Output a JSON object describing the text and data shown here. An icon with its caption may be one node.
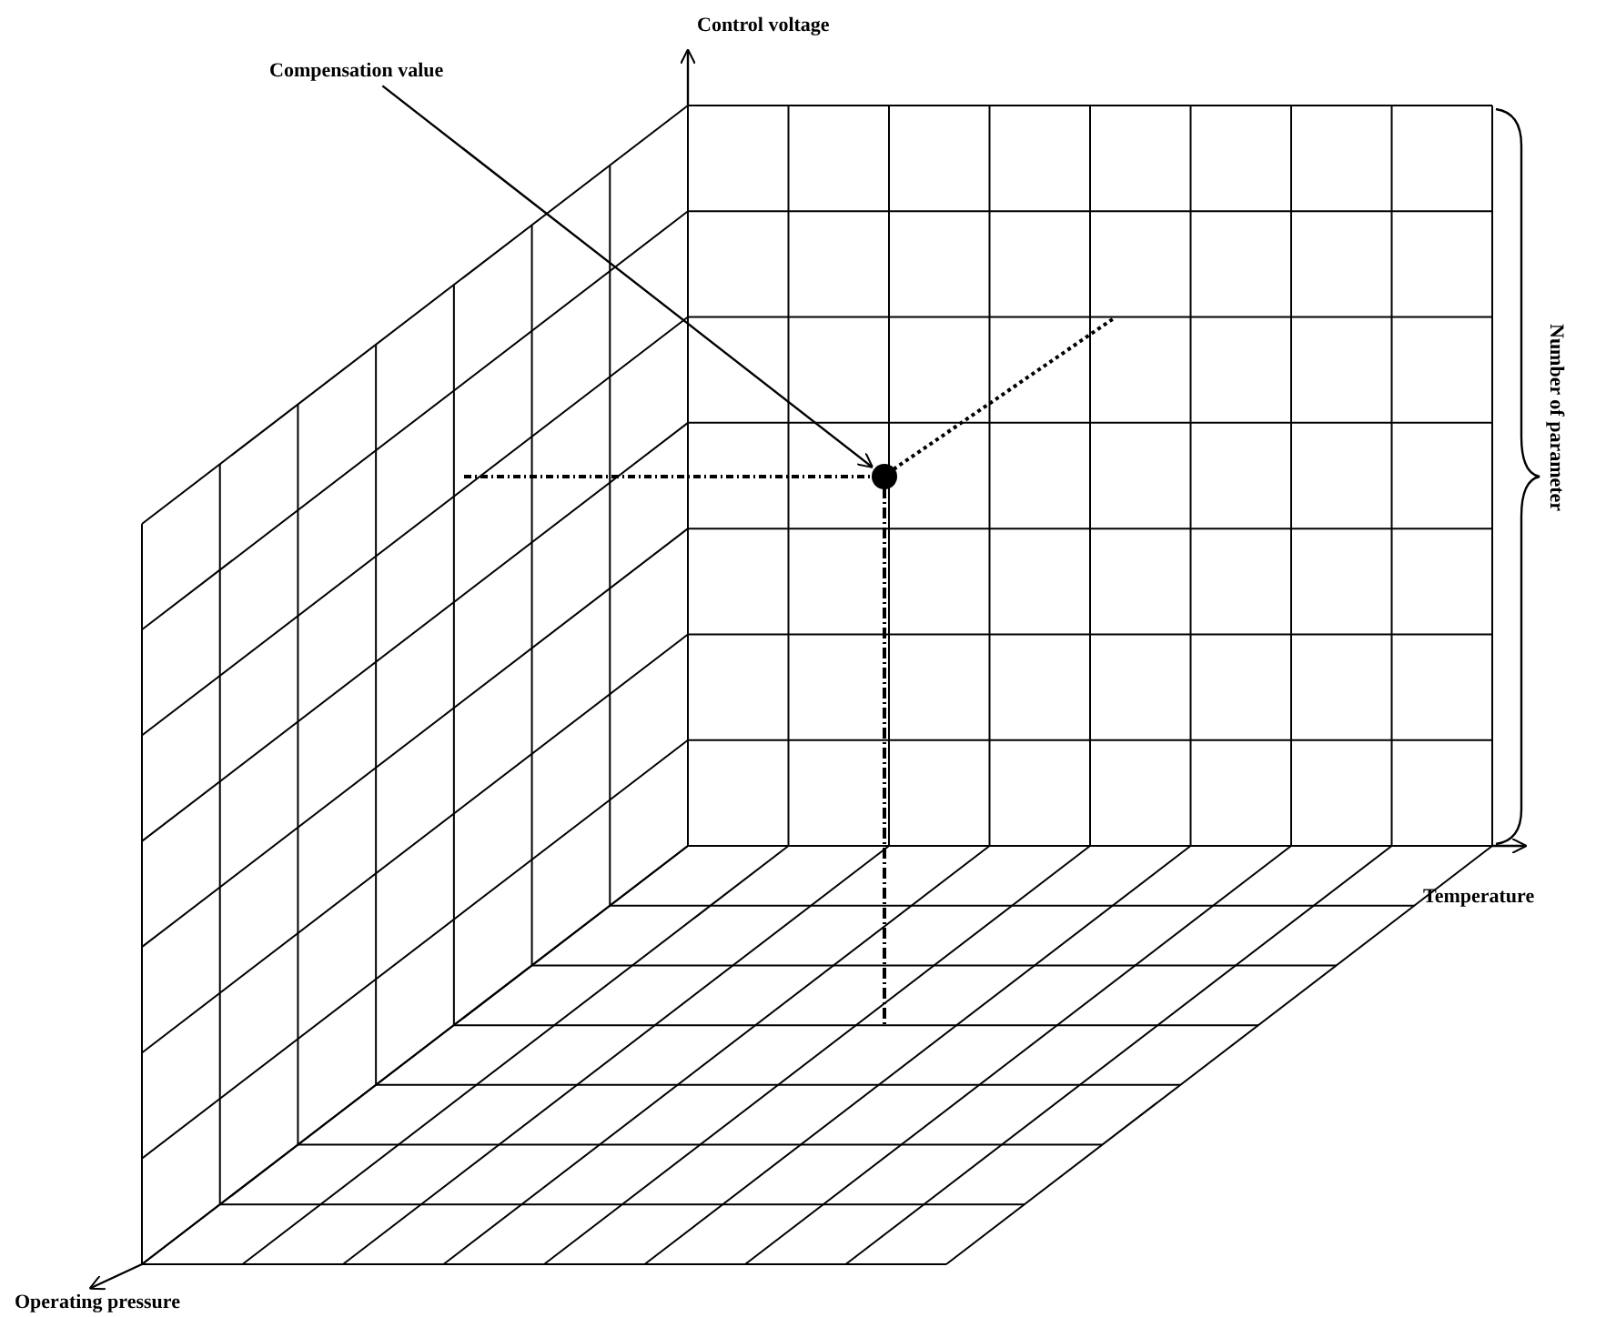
{
  "diagram": {
    "nodes": [
      {
        "text": [
          "Compensation value"
        ]
      },
      {
        "text": [],
        "shape": "circle"
      }
    ],
    "edges": [
      {
        "from": 0,
        "to": 1,
        "arrow": "to"
      }
    ],
    "labels": [
      "Control voltage",
      "Number of parameter",
      "Temperature",
      "Operating pressure"
    ]
  }
}
